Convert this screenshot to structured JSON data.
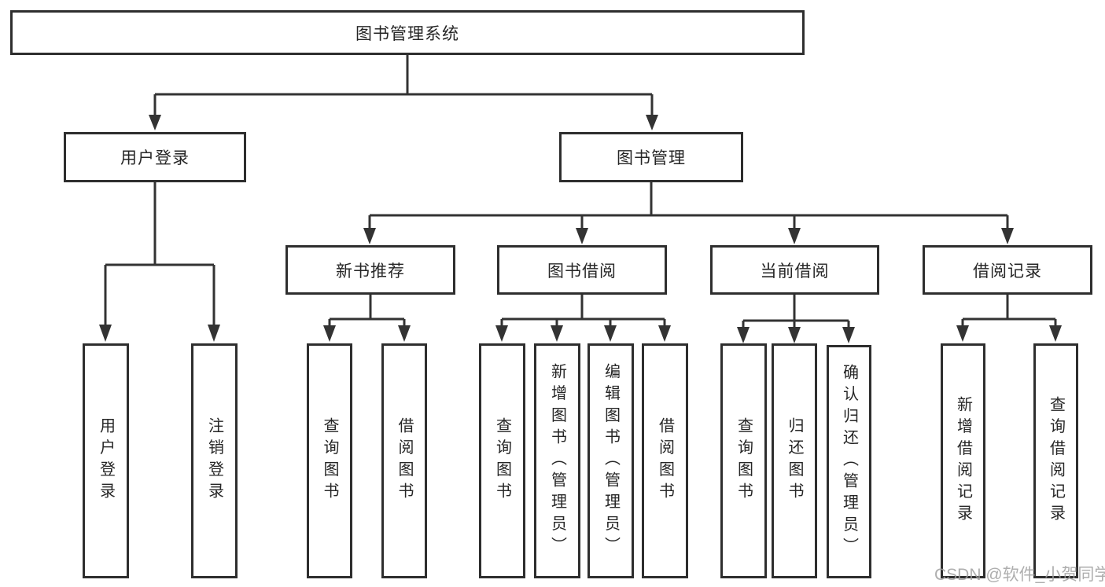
{
  "nodes": {
    "root": "图书管理系统",
    "user_login": "用户登录",
    "book_mgmt": "图书管理",
    "new_book_rec": "新书推荐",
    "book_borrow": "图书借阅",
    "current_borrow": "当前借阅",
    "borrow_records": "借阅记录",
    "leaf_user_login": "用户登录",
    "leaf_logout": "注销登录",
    "leaf_query_book_1": "查询图书",
    "leaf_borrow_book_1": "借阅图书",
    "leaf_query_book_2": "查询图书",
    "leaf_add_book": "新增图书（管理员）",
    "leaf_edit_book": "编辑图书（管理员）",
    "leaf_borrow_book_2": "借阅图书",
    "leaf_query_book_3": "查询图书",
    "leaf_return_book": "归还图书",
    "leaf_confirm_return": "确认归还（管理员）",
    "leaf_add_record": "新增借阅记录",
    "leaf_query_record": "查询借阅记录"
  },
  "watermark": {
    "text": "CSDN @软件_小贺同学"
  },
  "colors": {
    "line": "#333333",
    "border": "#2e2e2e",
    "text": "#262626",
    "background": "#ffffff",
    "watermark": "#a0a0a0"
  }
}
